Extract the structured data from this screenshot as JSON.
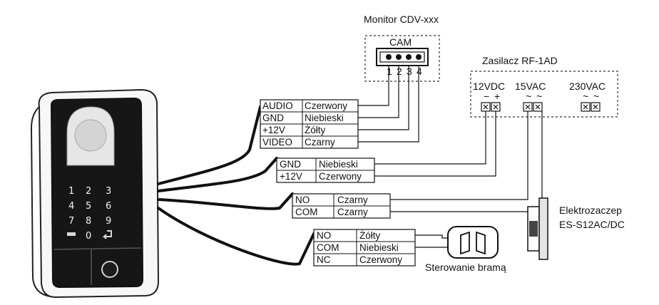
{
  "monitor": {
    "title": "Monitor CDV-xxx",
    "connector_label": "CAM",
    "pins": [
      "1",
      "2",
      "3",
      "4"
    ]
  },
  "power_supply": {
    "title": "Zasilacz RF-1AD",
    "groups": [
      {
        "label": "12VDC",
        "polarity": [
          "−",
          "+"
        ]
      },
      {
        "label": "15VAC",
        "polarity": [
          "~",
          "~"
        ]
      },
      {
        "label": "230VAC",
        "polarity": [
          "~",
          "~"
        ]
      }
    ]
  },
  "cable_tables": {
    "monitor_cable": [
      {
        "signal": "AUDIO",
        "color": "Czerwony"
      },
      {
        "signal": "GND",
        "color": "Niebieski"
      },
      {
        "signal": "+12V",
        "color": "Żółty"
      },
      {
        "signal": "VIDEO",
        "color": "Czarny"
      }
    ],
    "power_cable": [
      {
        "signal": "GND",
        "color": "Niebieski"
      },
      {
        "signal": "+12V",
        "color": "Czerwony"
      }
    ],
    "lock_cable": [
      {
        "signal": "NO",
        "color": "Czarny"
      },
      {
        "signal": "COM",
        "color": "Czarny"
      }
    ],
    "gate_cable": [
      {
        "signal": "NO",
        "color": "Żółty"
      },
      {
        "signal": "COM",
        "color": "Niebieski"
      },
      {
        "signal": "NC",
        "color": "Czerwony"
      }
    ]
  },
  "lock": {
    "label_line1": "Elektrozaczep",
    "label_line2": "ES-S12AC/DC"
  },
  "gate": {
    "label": "Sterowanie bramą"
  },
  "keypad": {
    "keys": [
      "1",
      "2",
      "3",
      "4",
      "5",
      "6",
      "7",
      "8",
      "9",
      "0"
    ]
  }
}
